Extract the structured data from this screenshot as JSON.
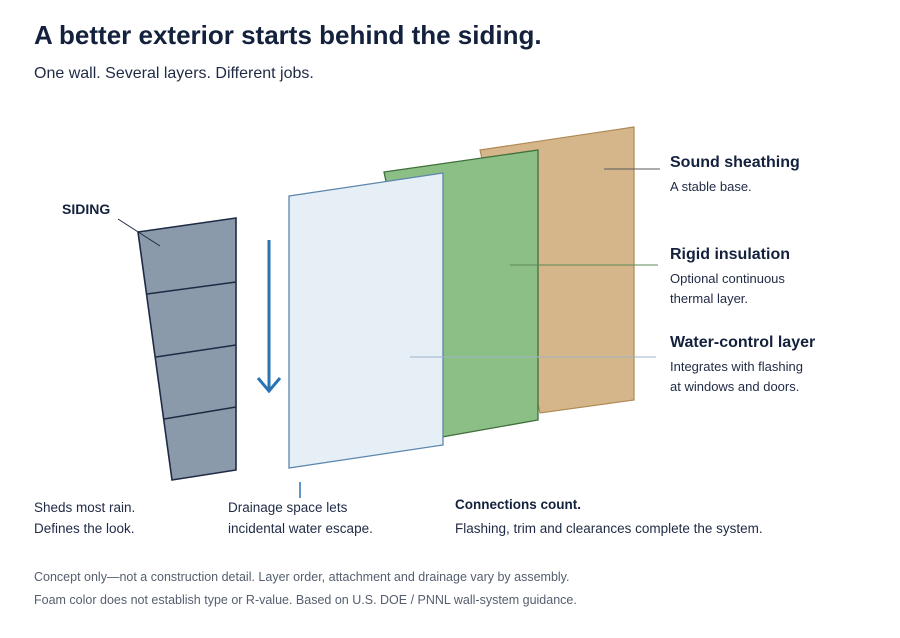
{
  "header": {
    "title": "A better exterior starts behind the siding.",
    "subtitle": "One wall. Several layers. Different jobs."
  },
  "siding": {
    "label": "SIDING",
    "note_line1": "Sheds most rain.",
    "note_line2": "Defines the look."
  },
  "drainage": {
    "note_line1": "Drainage space lets",
    "note_line2": "incidental water escape."
  },
  "layers": {
    "sheathing": {
      "title": "Sound sheathing",
      "desc_line1": "A stable base.",
      "color": "#d4b68a"
    },
    "insulation": {
      "title": "Rigid insulation",
      "desc_line1": "Optional continuous",
      "desc_line2": "thermal layer.",
      "color": "#8cbf86"
    },
    "water_control": {
      "title": "Water-control layer",
      "desc_line1": "Integrates with flashing",
      "desc_line2": "at windows and doors.",
      "color": "#e6eef6"
    }
  },
  "connections": {
    "title": "Connections count.",
    "text": "Flashing, trim and clearances complete the system."
  },
  "footnotes": {
    "line1": "Concept only—not a construction detail. Layer order, attachment and drainage vary by assembly.",
    "line2": "Foam color does not establish type or R-value. Based on U.S. DOE / PNNL wall-system guidance."
  },
  "colors": {
    "siding": "#8a9aab",
    "drainage_arrow": "#2a74b5",
    "outline_dark": "#1f2a44"
  }
}
